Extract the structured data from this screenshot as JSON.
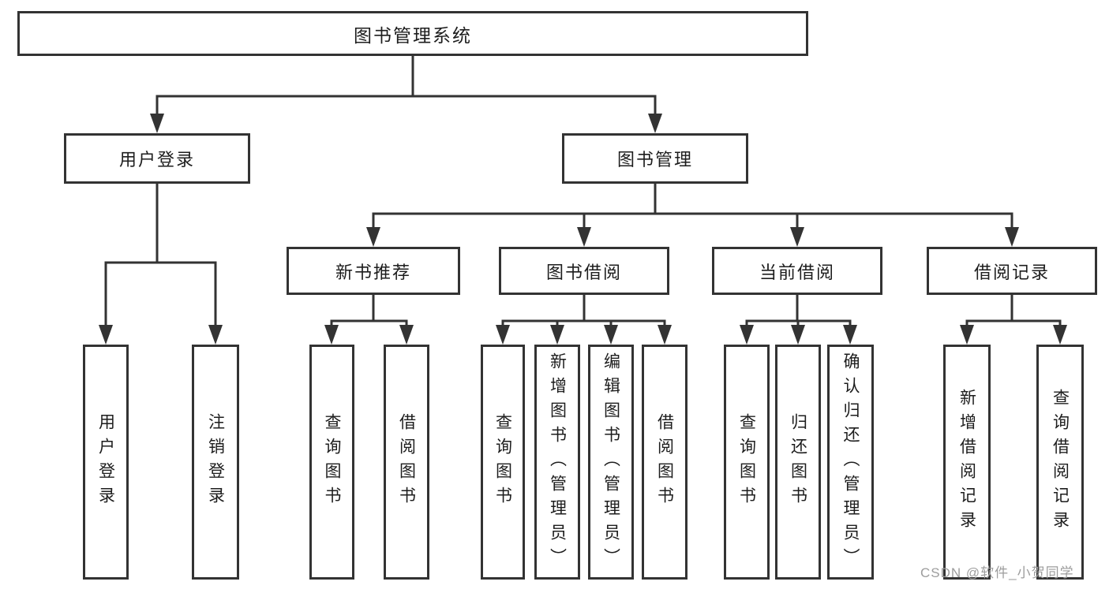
{
  "watermark": {
    "text": "CSDN @软件_小贺同学",
    "color": "#9d9d9d"
  },
  "colors": {
    "line": "#333333",
    "text": "#1d1d1d",
    "background": "#ffffff"
  },
  "tree": {
    "label": "图书管理系统",
    "children": [
      {
        "label": "用户登录",
        "children": [
          {
            "label": "用户登录"
          },
          {
            "label": "注销登录"
          }
        ]
      },
      {
        "label": "图书管理",
        "children": [
          {
            "label": "新书推荐",
            "children": [
              {
                "label": "查询图书"
              },
              {
                "label": "借阅图书"
              }
            ]
          },
          {
            "label": "图书借阅",
            "children": [
              {
                "label": "查询图书"
              },
              {
                "label": "新增图书（管理员）"
              },
              {
                "label": "编辑图书（管理员）"
              },
              {
                "label": "借阅图书"
              }
            ]
          },
          {
            "label": "当前借阅",
            "children": [
              {
                "label": "查询图书"
              },
              {
                "label": "归还图书"
              },
              {
                "label": "确认归还（管理员）"
              }
            ]
          },
          {
            "label": "借阅记录",
            "children": [
              {
                "label": "新增借阅记录"
              },
              {
                "label": "查询借阅记录"
              }
            ]
          }
        ]
      }
    ]
  }
}
